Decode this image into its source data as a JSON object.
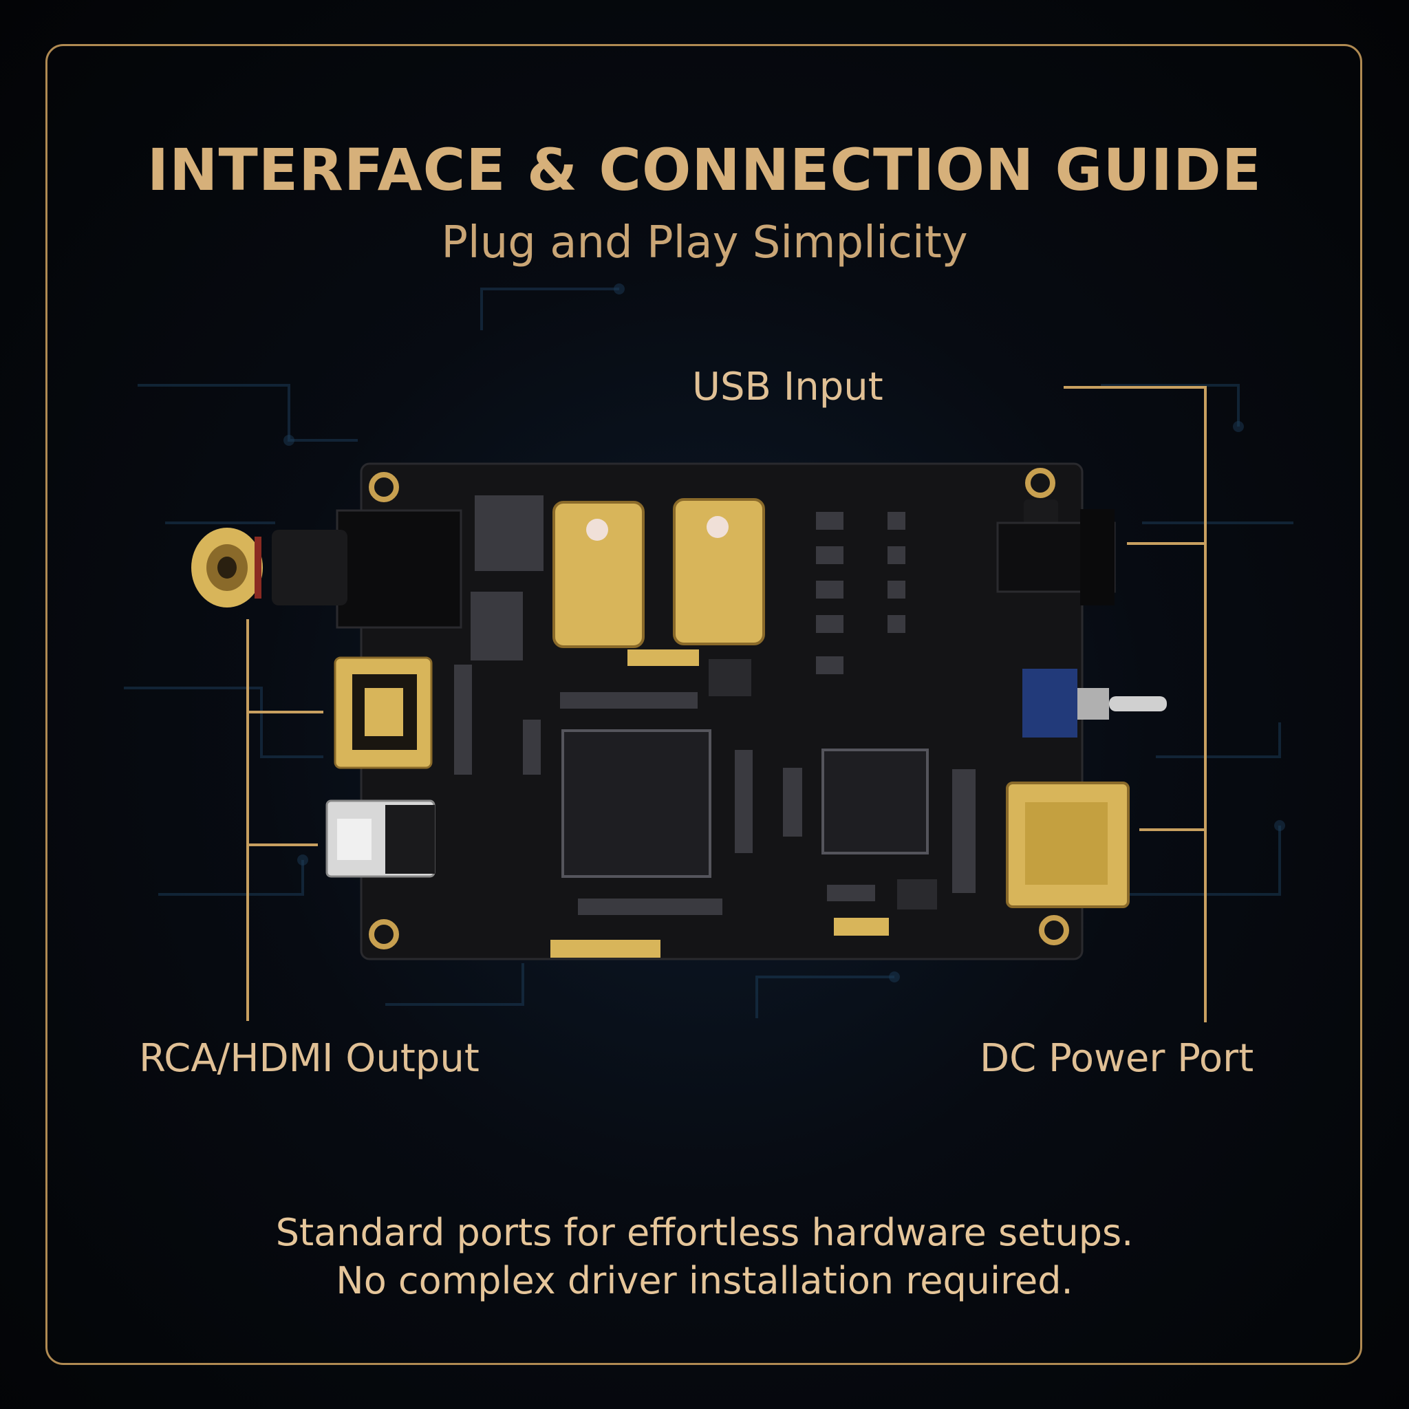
{
  "header": {
    "title": "INTERFACE & CONNECTION GUIDE",
    "subtitle": "Plug and Play Simplicity"
  },
  "callouts": {
    "usb": "USB Input",
    "rca_hdmi": "RCA/HDMI Output",
    "dc": "DC Power Port"
  },
  "footer": {
    "line1": "Standard ports for effortless hardware setups.",
    "line2": "No complex driver installation required."
  },
  "colors": {
    "accent_gold": "#d6b07a",
    "frame_gold": "#b08a52",
    "board_black": "#141416",
    "connector_gold": "#d8b55a"
  }
}
